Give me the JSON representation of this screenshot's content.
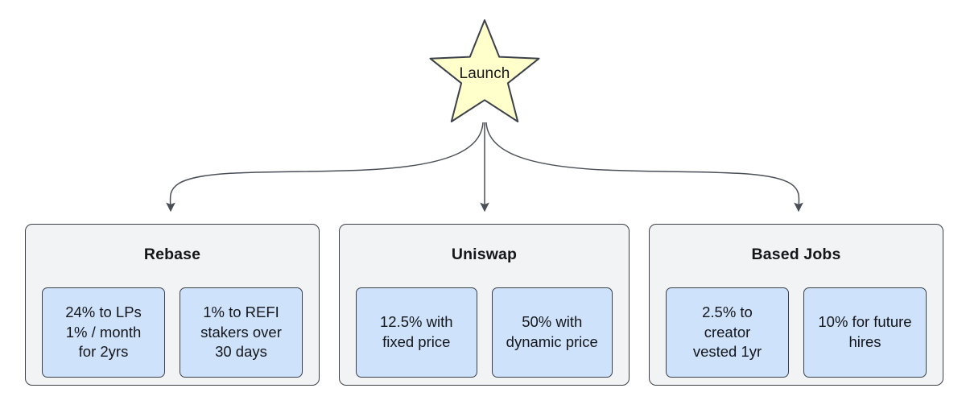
{
  "diagram": {
    "type": "flowchart",
    "direction": "top-down",
    "background": "#ffffff",
    "colors": {
      "star_fill": "#ffffcc",
      "star_stroke": "#3b4049",
      "group_fill": "#f2f3f5",
      "group_stroke": "#3b4049",
      "leaf_fill": "#cfe2fb",
      "leaf_stroke": "#3b4049",
      "edge_stroke": "#4a4f57",
      "text": "#14161a"
    },
    "root": {
      "label": "Launch",
      "shape": "star"
    },
    "edges": [
      {
        "from": "Launch",
        "to": "Rebase",
        "style": "curved",
        "arrow": "filled-triangle"
      },
      {
        "from": "Launch",
        "to": "Uniswap",
        "style": "straight",
        "arrow": "filled-triangle"
      },
      {
        "from": "Launch",
        "to": "Based Jobs",
        "style": "curved",
        "arrow": "filled-triangle"
      }
    ],
    "groups": [
      {
        "id": "rebase",
        "title": "Rebase",
        "items": [
          "24% to LPs\n1% / month\nfor 2yrs",
          "1% to REFI\nstakers over\n30 days"
        ]
      },
      {
        "id": "uniswap",
        "title": "Uniswap",
        "items": [
          "12.5% with\nfixed price",
          "50% with\ndynamic price"
        ]
      },
      {
        "id": "based",
        "title": "Based Jobs",
        "items": [
          "2.5% to\ncreator\nvested 1yr",
          "10% for future\nhires"
        ]
      }
    ]
  }
}
